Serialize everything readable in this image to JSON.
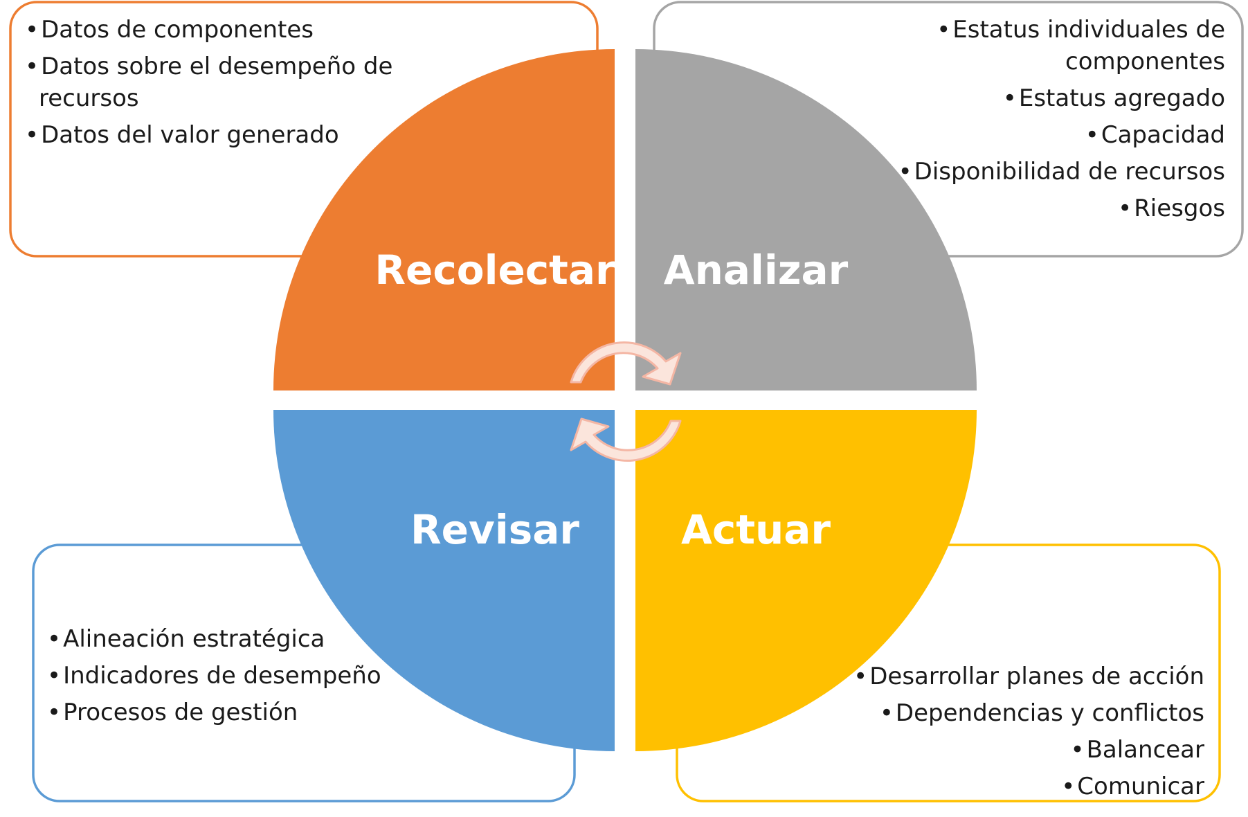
{
  "colors": {
    "recolectar": "#ED7D31",
    "analizar": "#A5A5A5",
    "revisar": "#5B9BD5",
    "actuar": "#FFC000",
    "cycle_arrow_fill": "#FBE5DC",
    "cycle_arrow_stroke": "#F4B6A4"
  },
  "icons": {
    "top_arrow": "circular-arrow-clockwise-top",
    "bottom_arrow": "circular-arrow-clockwise-bottom"
  },
  "quadrants": {
    "recolectar": {
      "label": "Recolectar",
      "items": [
        "Datos de componentes",
        "Datos sobre el desempeño de recursos",
        "Datos del valor generado"
      ]
    },
    "analizar": {
      "label": "Analizar",
      "items": [
        "Estatus individuales de componentes",
        "Estatus agregado",
        "Capacidad",
        "Disponibilidad de recursos",
        "Riesgos"
      ]
    },
    "revisar": {
      "label": "Revisar",
      "items": [
        "Alineación estratégica",
        "Indicadores de desempeño",
        "Procesos de gestión"
      ]
    },
    "actuar": {
      "label": "Actuar",
      "items": [
        "Desarrollar planes de acción",
        "Dependencias y conflictos",
        "Balancear",
        "Comunicar"
      ]
    }
  }
}
